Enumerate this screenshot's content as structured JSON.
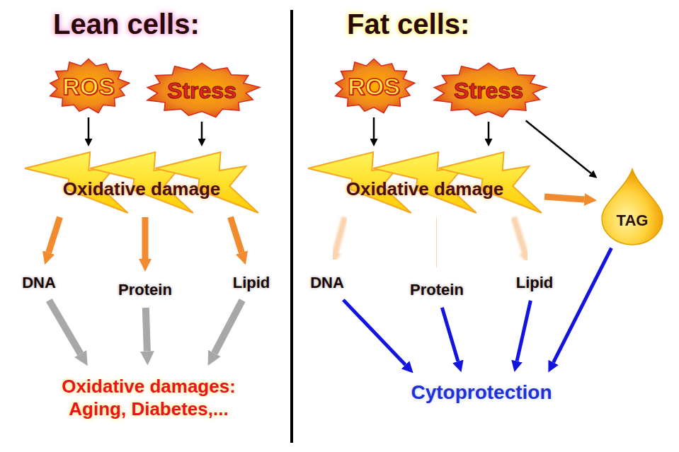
{
  "diagram": {
    "nodes": [
      {
        "text": [
          "Lean cells:"
        ]
      },
      {
        "text": [
          "ROS"
        ],
        "in": 0
      },
      {
        "text": [
          "Stress"
        ],
        "in": 0
      },
      {
        "text": [
          "Oxidative damage"
        ],
        "in": 0
      },
      {
        "text": [
          "DNA"
        ],
        "in": 0
      },
      {
        "text": [
          "Protein"
        ],
        "in": 0
      },
      {
        "text": [
          "Lipid"
        ],
        "in": 0
      },
      {
        "text": [
          "Oxidative damages: Aging, Diabetes,..."
        ],
        "in": 0
      },
      {
        "text": [
          "Fat cells:"
        ]
      },
      {
        "text": [
          "ROS"
        ],
        "in": 8
      },
      {
        "text": [
          "Stress"
        ],
        "in": 8
      },
      {
        "text": [
          "Oxidative damage"
        ],
        "in": 8
      },
      {
        "text": [
          "TAG"
        ],
        "in": 8
      },
      {
        "text": [
          "DNA"
        ],
        "in": 8
      },
      {
        "text": [
          "Protein"
        ],
        "in": 8
      },
      {
        "text": [
          "Lipid"
        ],
        "in": 8
      },
      {
        "text": [
          "Cytoprotection"
        ],
        "in": 8
      }
    ],
    "edges": [
      {
        "from": 1,
        "to": 3,
        "arrow": "to"
      },
      {
        "from": 2,
        "to": 3,
        "arrow": "to"
      },
      {
        "from": 3,
        "to": 4,
        "arrow": "to"
      },
      {
        "from": 3,
        "to": 5,
        "arrow": "to"
      },
      {
        "from": 3,
        "to": 6,
        "arrow": "to"
      },
      {
        "from": 4,
        "to": 7,
        "arrow": "to"
      },
      {
        "from": 5,
        "to": 7,
        "arrow": "to"
      },
      {
        "from": 6,
        "to": 7,
        "arrow": "to"
      },
      {
        "from": 9,
        "to": 11,
        "arrow": "to"
      },
      {
        "from": 10,
        "to": 11,
        "arrow": "to"
      },
      {
        "from": 10,
        "to": 12,
        "arrow": "to"
      },
      {
        "from": 11,
        "to": 12,
        "arrow": "to"
      },
      {
        "from": 11,
        "to": 13,
        "arrow": "to"
      },
      {
        "from": 11,
        "to": 14,
        "arrow": "to"
      },
      {
        "from": 11,
        "to": 15,
        "arrow": "to"
      },
      {
        "from": 13,
        "to": 16,
        "arrow": "to"
      },
      {
        "from": 14,
        "to": 16,
        "arrow": "to"
      },
      {
        "from": 15,
        "to": 16,
        "arrow": "to"
      },
      {
        "from": 12,
        "to": 16,
        "arrow": "to"
      }
    ]
  }
}
